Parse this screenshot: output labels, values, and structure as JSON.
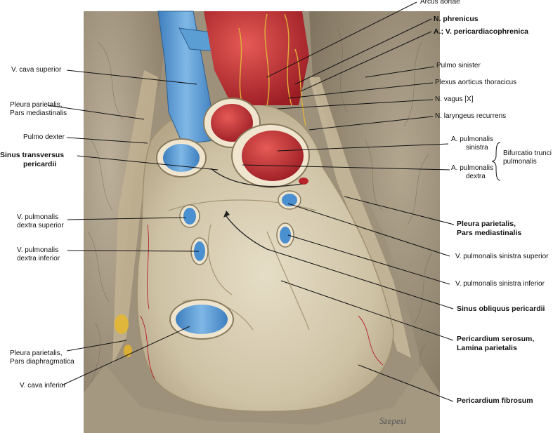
{
  "labels": {
    "arcus_aortae": "Arcus aortae",
    "n_phrenicus": "N. phrenicus",
    "a_v_pericardiacophrenica": "A.; V. pericardiacophrenica",
    "pulmo_sinister": "Pulmo sinister",
    "plexus_aorticus": "Plexus aorticus thoracicus",
    "n_vagus": "N. vagus [X]",
    "n_laryngeus": "N. laryngeus recurrens",
    "a_pulm_sinistra_1": "A. pulmonalis",
    "a_pulm_sinistra_2": "sinistra",
    "bifurcatio_1": "Bifurcatio trunci",
    "bifurcatio_2": "pulmonalis",
    "a_pulm_dextra_1": "A. pulmonalis",
    "a_pulm_dextra_2": "dextra",
    "pleura_med_right_1": "Pleura parietalis,",
    "pleura_med_right_2": "Pars mediastinalis",
    "v_pulm_sin_sup": "V. pulmonalis sinistra superior",
    "v_pulm_sin_inf": "V. pulmonalis sinistra inferior",
    "sinus_obliquus": "Sinus obliquus pericardii",
    "pericardium_serosum_1": "Pericardium serosum,",
    "pericardium_serosum_2": "Lamina parietalis",
    "pericardium_fibrosum": "Pericardium fibrosum",
    "v_cava_superior": "V. cava superior",
    "pleura_med_left_1": "Pleura parietalis,",
    "pleura_med_left_2": "Pars mediastinalis",
    "pulmo_dexter": "Pulmo dexter",
    "sinus_transversus_1": "Sinus transversus",
    "sinus_transversus_2": "pericardii",
    "v_pulm_dex_sup_1": "V. pulmonalis",
    "v_pulm_dex_sup_2": "dextra superior",
    "v_pulm_dex_inf_1": "V. pulmonalis",
    "v_pulm_dex_inf_2": "dextra inferior",
    "pleura_diaph_1": "Pleura parietalis,",
    "pleura_diaph_2": "Pars diaphragmatica",
    "v_cava_inferior": "V. cava inferior",
    "signature": "Szepesi"
  },
  "colors": {
    "vein_blue": "#5b9ed4",
    "artery_red": "#c8323a",
    "tissue": "#d9cfb4",
    "lung": "#a89a82"
  }
}
